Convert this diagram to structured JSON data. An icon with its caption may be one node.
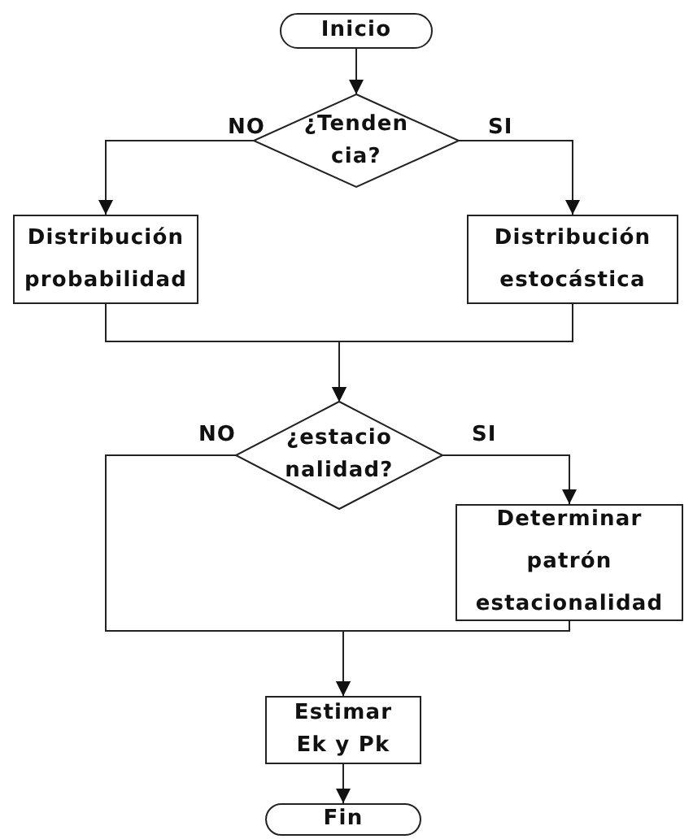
{
  "diagram": {
    "nodes": [
      {
        "text": [
          "Inicio"
        ]
      },
      {
        "text": [
          "¿Tenden cia?"
        ]
      },
      {
        "text": [
          "Distribución probabilidad"
        ]
      },
      {
        "text": [
          "Distribución estocástica"
        ]
      },
      {
        "text": [
          "¿estacio nalidad?"
        ]
      },
      {
        "text": [
          "Determinar patrón estacionalidad"
        ]
      },
      {
        "text": [
          "Estimar Ek y Pk"
        ]
      },
      {
        "text": [
          "Fin"
        ]
      }
    ],
    "edges": [
      {
        "from": 0,
        "to": 1,
        "arrow": "to"
      },
      {
        "from": 1,
        "to": 2,
        "arrow": "to",
        "label": "NO"
      },
      {
        "from": 1,
        "to": 3,
        "arrow": "to",
        "label": "SI"
      },
      {
        "from": 2,
        "to": 4,
        "arrow": "to"
      },
      {
        "from": 3,
        "to": 4,
        "arrow": "to"
      },
      {
        "from": 4,
        "to": 5,
        "arrow": "to",
        "label": "SI"
      },
      {
        "from": 4,
        "to": 6,
        "arrow": "to",
        "label": "NO"
      },
      {
        "from": 5,
        "to": 6,
        "arrow": "to"
      },
      {
        "from": 6,
        "to": 7,
        "arrow": "to"
      }
    ]
  }
}
